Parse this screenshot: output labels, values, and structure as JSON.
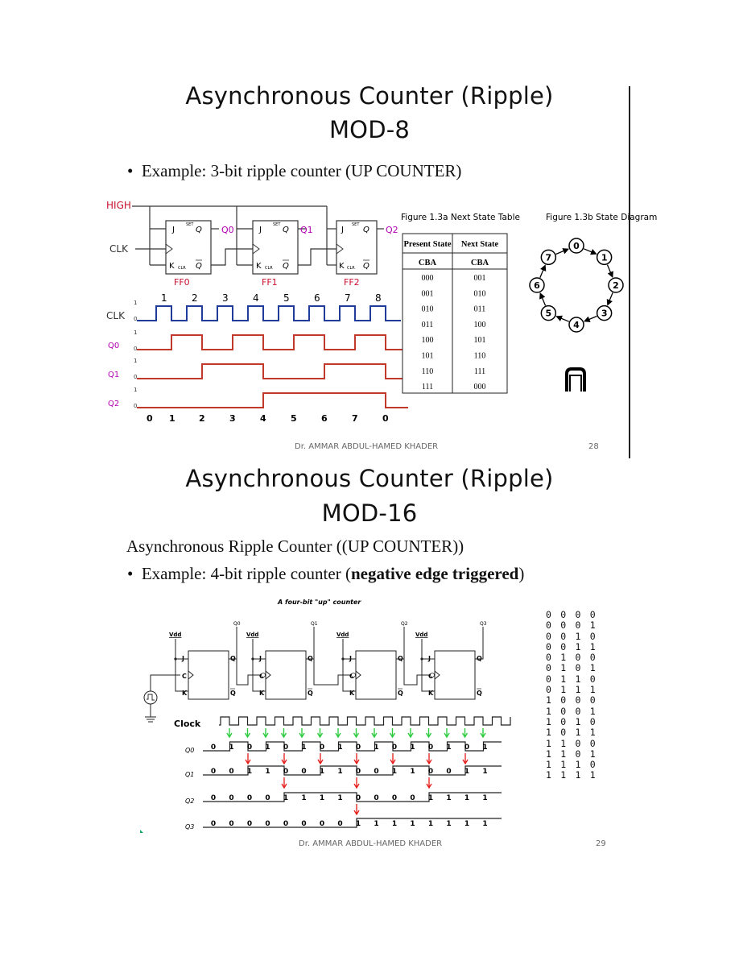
{
  "slide1": {
    "title_line1": "Asynchronous Counter (Ripple)",
    "title_line2": "MOD-8",
    "bullet_text": "Example: 3-bit ripple counter (UP COUNTER)",
    "circuit": {
      "high_label": "HIGH",
      "clk_label": "CLK",
      "ff_labels": [
        "FF0",
        "FF1",
        "FF2"
      ],
      "q_labels": [
        "Q0",
        "Q1",
        "Q2"
      ],
      "pin_j": "J",
      "pin_k": "K",
      "pin_q": "Q",
      "pin_set": "SET",
      "pin_clr": "CLR"
    },
    "timing": {
      "clock_numbers": [
        "1",
        "2",
        "3",
        "4",
        "5",
        "6",
        "7",
        "8"
      ],
      "signal_labels": [
        "CLK",
        "Q0",
        "Q1",
        "Q2"
      ],
      "level_high": "1",
      "level_low": "0",
      "count_sequence": [
        "0",
        "1",
        "2",
        "3",
        "4",
        "5",
        "6",
        "7",
        "0"
      ]
    },
    "table": {
      "caption": "Figure 1.3a Next State Table",
      "col1_header": "Present State",
      "col2_header": "Next State",
      "sub_header": "CBA",
      "rows": [
        [
          "000",
          "001"
        ],
        [
          "001",
          "010"
        ],
        [
          "010",
          "011"
        ],
        [
          "011",
          "100"
        ],
        [
          "100",
          "101"
        ],
        [
          "101",
          "110"
        ],
        [
          "110",
          "111"
        ],
        [
          "111",
          "000"
        ]
      ]
    },
    "state_diagram": {
      "caption": "Figure 1.3b State Diagram",
      "states": [
        "0",
        "1",
        "2",
        "3",
        "4",
        "5",
        "6",
        "7"
      ]
    },
    "footer_author": "Dr. AMMAR ABDUL-HAMED KHADER",
    "page_number": "28"
  },
  "slide2": {
    "title_line1": "Asynchronous Counter (Ripple)",
    "title_line2": "MOD-16",
    "subtitle": "Asynchronous Ripple Counter ((UP COUNTER))",
    "bullet_prefix": "Example: 4-bit ripple counter (",
    "bullet_bold": "negative edge triggered",
    "bullet_suffix": ")",
    "circuit": {
      "caption": "A four-bit \"up\" counter",
      "vdd_label": "Vdd",
      "q_labels": [
        "Q0",
        "Q1",
        "Q2",
        "Q3"
      ],
      "pin_j": "J",
      "pin_c": "C",
      "pin_k": "K",
      "pin_q": "Q"
    },
    "timing": {
      "clock_label": "Clock",
      "signal_labels": [
        "Q0",
        "Q1",
        "Q2",
        "Q3"
      ],
      "q0_values": [
        "0",
        "1",
        "0",
        "1",
        "0",
        "1",
        "0",
        "1",
        "0",
        "1",
        "0",
        "1",
        "0",
        "1",
        "0",
        "1"
      ],
      "q1_values": [
        "0",
        "0",
        "1",
        "1",
        "0",
        "0",
        "1",
        "1",
        "0",
        "0",
        "1",
        "1",
        "0",
        "0",
        "1",
        "1"
      ],
      "q2_values": [
        "0",
        "0",
        "0",
        "0",
        "1",
        "1",
        "1",
        "1",
        "0",
        "0",
        "0",
        "0",
        "1",
        "1",
        "1",
        "1"
      ],
      "q3_values": [
        "0",
        "0",
        "0",
        "0",
        "0",
        "0",
        "0",
        "0",
        "1",
        "1",
        "1",
        "1",
        "1",
        "1",
        "1",
        "1"
      ]
    },
    "binary_sequence": [
      "0000",
      "0001",
      "0010",
      "0011",
      "0100",
      "0101",
      "0110",
      "0111",
      "1000",
      "1001",
      "1010",
      "1011",
      "1100",
      "1101",
      "1110",
      "1111"
    ],
    "footer_author": "Dr. AMMAR ABDUL-HAMED KHADER",
    "page_number": "29"
  }
}
